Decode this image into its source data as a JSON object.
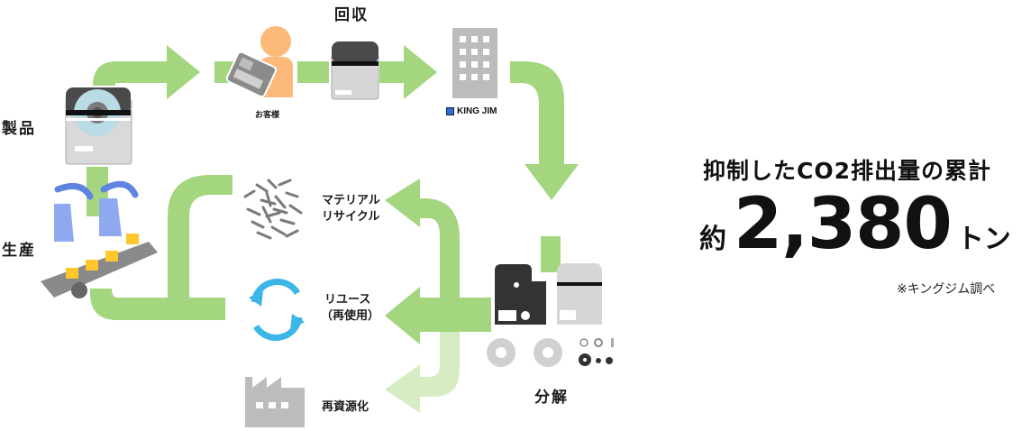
{
  "diagram": {
    "stages": {
      "product": "製品",
      "production": "生産",
      "collection": "回収",
      "customer": "お客様",
      "company": "KING JIM",
      "disassembly": "分解"
    },
    "outcomes": {
      "material_recycle_line1": "マテリアル",
      "material_recycle_line2": "リサイクル",
      "reuse_line1": "リユース",
      "reuse_line2": "（再使用）",
      "resource": "再資源化"
    },
    "colors": {
      "arrow_green": "#a3d67e",
      "arrow_light_green": "#d6edc4",
      "icon_gray": "#bcbcbc",
      "icon_dark": "#333333",
      "person_orange": "#fdb97a",
      "reuse_blue": "#3bb6e6",
      "robot_blue": "#7d9ee8",
      "box_yellow": "#ffc72c",
      "brand_blue": "#2f6fd0"
    }
  },
  "stat": {
    "title": "抑制したCO2排出量の累計",
    "prefix": "約",
    "value": "2,380",
    "unit": "トン",
    "note": "※キングジム調べ"
  }
}
